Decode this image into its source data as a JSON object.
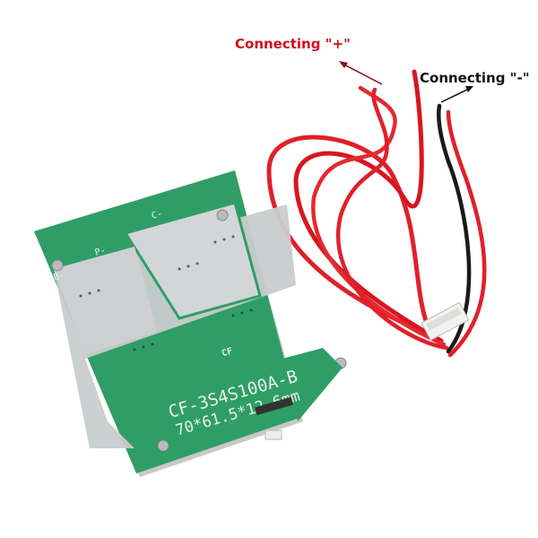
{
  "annotations": {
    "positive": {
      "text": "Connecting \"+\"",
      "color": "#d0101a"
    },
    "negative": {
      "text": "Connecting \"-\"",
      "color": "#111111"
    }
  },
  "board": {
    "model": "CF-3S4S100A-B",
    "dimensions": "70*61.5*12.6mm",
    "logo": "CF",
    "pad_labels": [
      "B-",
      "P-",
      "C-"
    ],
    "pcb_color": "#2f9e66"
  },
  "wires": {
    "red_color": "#e0202a",
    "black_color": "#1a1a1a"
  }
}
